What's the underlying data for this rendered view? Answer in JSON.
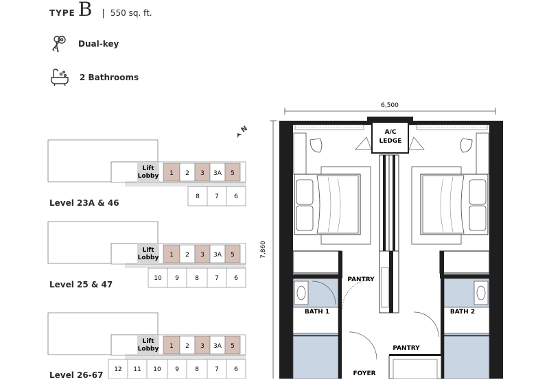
{
  "header": {
    "type_label": "TYPE",
    "type_letter": "B",
    "separator": "|",
    "area": "550 sq. ft."
  },
  "features": [
    {
      "icon": "keys-icon",
      "label": "Dual-key"
    },
    {
      "icon": "bathtub-icon",
      "label": "2 Bathrooms"
    }
  ],
  "keyplans": [
    {
      "level": "Level 23A & 46",
      "lift": [
        "Lift",
        "Lobby"
      ],
      "top_units": [
        "1",
        "2",
        "3",
        "3A",
        "5"
      ],
      "bottom_units": [
        "8",
        "7",
        "6"
      ]
    },
    {
      "level": "Level 25 & 47",
      "lift": [
        "Lift",
        "Lobby"
      ],
      "top_units": [
        "1",
        "2",
        "3",
        "3A",
        "5"
      ],
      "bottom_units": [
        "10",
        "9",
        "8",
        "7",
        "6"
      ]
    },
    {
      "level": "Level 26-67",
      "lift": [
        "Lift",
        "Lobby"
      ],
      "top_units": [
        "1",
        "2",
        "3",
        "3A",
        "5"
      ],
      "bottom_units": [
        "12",
        "11",
        "10",
        "9",
        "8",
        "7",
        "6"
      ]
    }
  ],
  "north_label": "N",
  "floorplan": {
    "width_dim": "6,500",
    "height_dim": "7,860",
    "rooms": {
      "ac_ledge_1": "A/C",
      "ac_ledge_2": "LEDGE",
      "pantry_top": "PANTRY",
      "bath1": "BATH 1",
      "bath2": "BATH 2",
      "pantry_bottom": "PANTRY",
      "foyer": "FOYER"
    }
  },
  "colors": {
    "highlight_unit": "#d7c0b8",
    "wall": "#1e1e1e",
    "bath": "#c9d5e2",
    "plain": "#ffffff"
  }
}
